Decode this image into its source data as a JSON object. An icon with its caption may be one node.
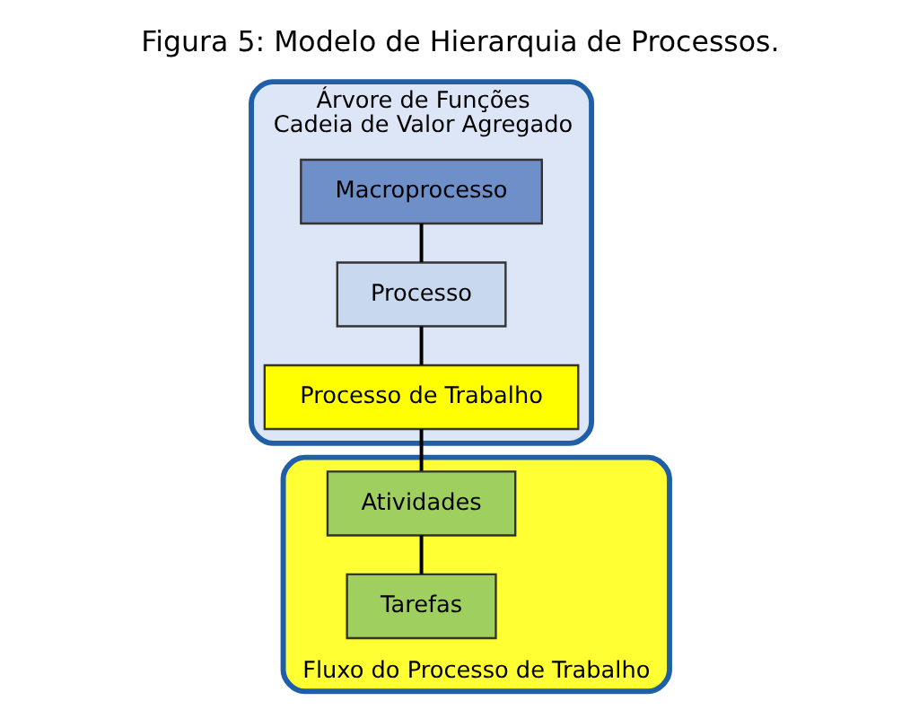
{
  "diagram": {
    "title": "Figura 5: Modelo de Hierarquia de Processos.",
    "nodes": [
      {
        "text": [
          "Árvore de Funções",
          "Cadeia de Valor Agregado"
        ]
      },
      {
        "text": [
          "Macroprocesso"
        ],
        "in": 0
      },
      {
        "text": [
          "Processo"
        ],
        "in": 0
      },
      {
        "text": [
          "Processo de Trabalho"
        ],
        "in": 0
      },
      {
        "text": [
          "Fluxo do Processo de Trabalho"
        ]
      },
      {
        "text": [
          "Atividades"
        ],
        "in": 4
      },
      {
        "text": [
          "Tarefas"
        ],
        "in": 4
      }
    ],
    "edges": [
      {
        "from": 1,
        "to": 2,
        "arrow": "none"
      },
      {
        "from": 2,
        "to": 3,
        "arrow": "none"
      },
      {
        "from": 3,
        "to": 5,
        "arrow": "none"
      },
      {
        "from": 5,
        "to": 6,
        "arrow": "none"
      }
    ]
  }
}
